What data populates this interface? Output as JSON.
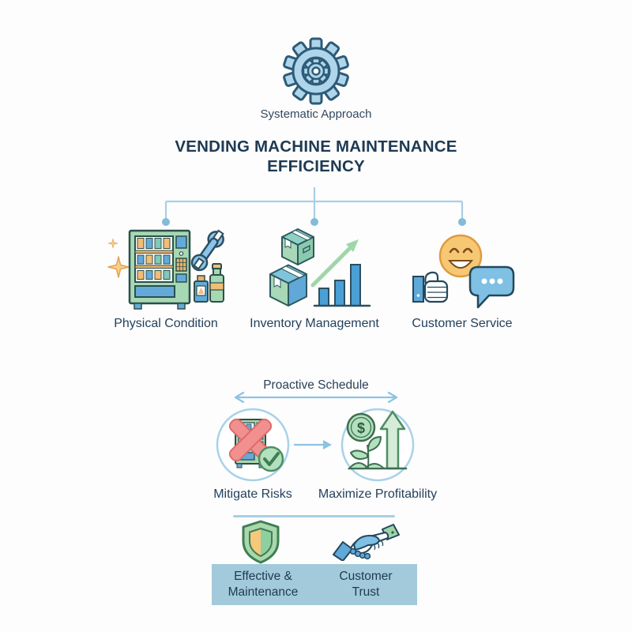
{
  "colors": {
    "navy": "#1e3a52",
    "light_blue": "#a8cfe4",
    "banner_bg": "#a2cadb",
    "machine_green": "#a6d8b4",
    "accent_blue": "#63aadb",
    "accent_orange": "#f2bd74",
    "alert_red": "#f29090",
    "success_green": "#b3e0bd"
  },
  "header": {
    "caption": "Systematic Approach",
    "title_line1": "VENDING MACHINE MAINTENANCE",
    "title_line2": "EFFICIENCY"
  },
  "branches": [
    {
      "label": "Physical Condition",
      "icon": "vending-machine-icon"
    },
    {
      "label": "Inventory Management",
      "icon": "inventory-boxes-chart-icon"
    },
    {
      "label": "Customer Service",
      "icon": "smiley-thumbsup-chat-icon"
    }
  ],
  "schedule": {
    "label": "Proactive Schedule"
  },
  "outcomes": [
    {
      "label": "Mitigate Risks",
      "icon": "crossed-vending-machine-check-icon"
    },
    {
      "label": "Maximize Profitability",
      "icon": "dollar-plant-growth-icon",
      "coin_symbol": "$"
    }
  ],
  "footer": {
    "items": [
      {
        "icon": "shield-icon",
        "line1": "Effective &",
        "line2": "Maintenance"
      },
      {
        "icon": "handshake-icon",
        "line1": "Customer",
        "line2": "Trust"
      }
    ]
  }
}
